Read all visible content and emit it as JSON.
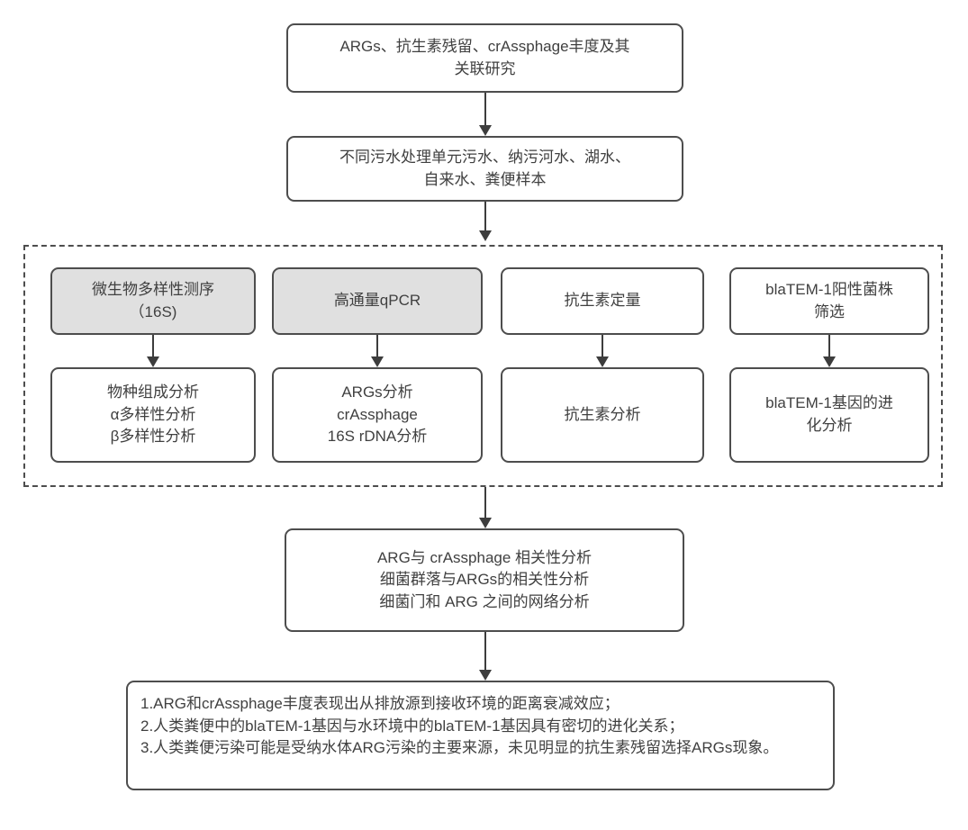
{
  "flow": {
    "study_box": {
      "text": "ARGs、抗生素残留、crAssphage丰度及其\n关联研究"
    },
    "samples_box": {
      "text": "不同污水处理单元污水、纳污河水、湖水、\n自来水、粪便样本"
    },
    "methods": [
      {
        "label": "微生物多样性测序\n（16S)",
        "highlighted": true
      },
      {
        "label": "高通量qPCR",
        "highlighted": true
      },
      {
        "label": "抗生素定量",
        "highlighted": false
      },
      {
        "label": "blaTEM-1阳性菌株\n筛选",
        "highlighted": false
      }
    ],
    "analyses": [
      {
        "label": "物种组成分析\nα多样性分析\nβ多样性分析"
      },
      {
        "label": "ARGs分析\ncrAssphage\n16S rDNA分析"
      },
      {
        "label": "抗生素分析"
      },
      {
        "label": "blaTEM-1基因的进\n化分析"
      }
    ],
    "correlation_box": {
      "text": "ARG与 crAssphage 相关性分析\n细菌群落与ARGs的相关性分析\n细菌门和 ARG 之间的网络分析"
    },
    "conclusions_box": {
      "lines": [
        "1.ARG和crAssphage丰度表现出从排放源到接收环境的距离衰减效应；",
        "2.人类粪便中的blaTEM-1基因与水环境中的blaTEM-1基因具有密切的进化关系；",
        "3.人类粪便污染可能是受纳水体ARG污染的主要来源，未见明显的抗生素残留选择ARGs现象。"
      ]
    }
  },
  "colors": {
    "box_border": "#4d4d4d",
    "box_fill": "#ffffff",
    "highlight_fill": "#e0e0e0",
    "arrow": "#3d3d3d",
    "text": "#404040",
    "background": "#ffffff"
  }
}
